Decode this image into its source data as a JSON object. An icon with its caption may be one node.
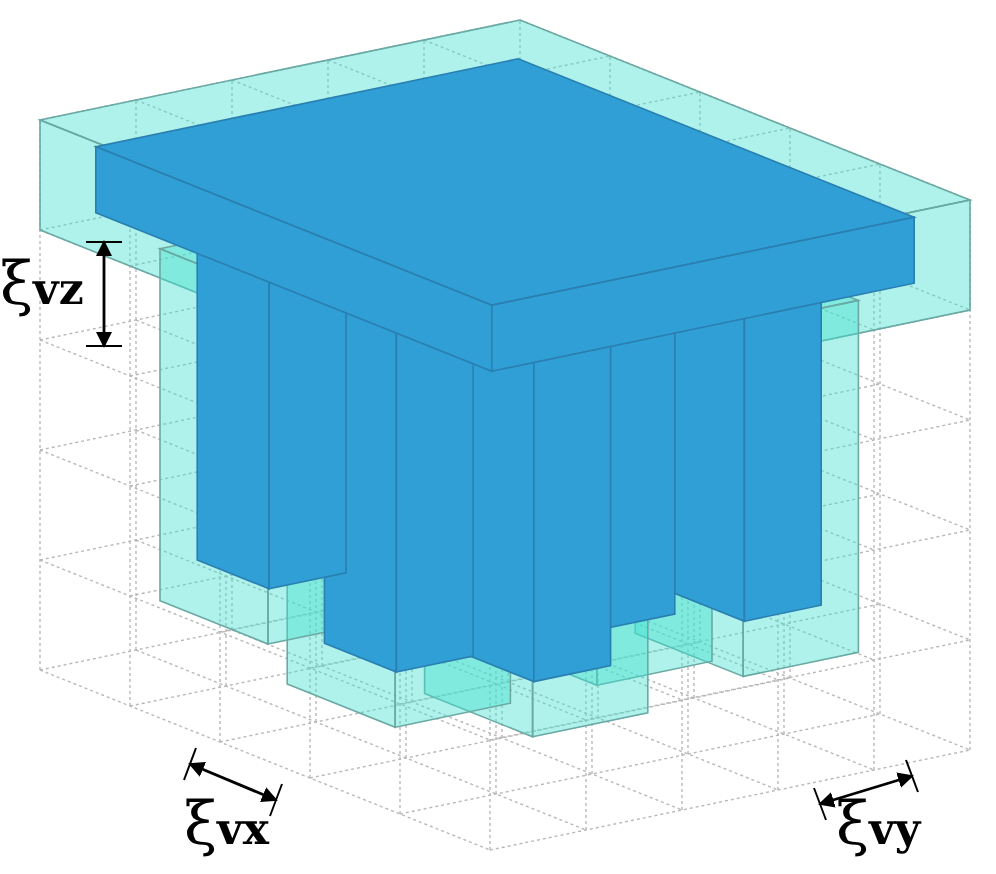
{
  "diagram": {
    "labels": [
      "ξ$_{vz}$",
      "ξ$_{vx}$",
      "ξ$_{vy}$"
    ]
  }
}
